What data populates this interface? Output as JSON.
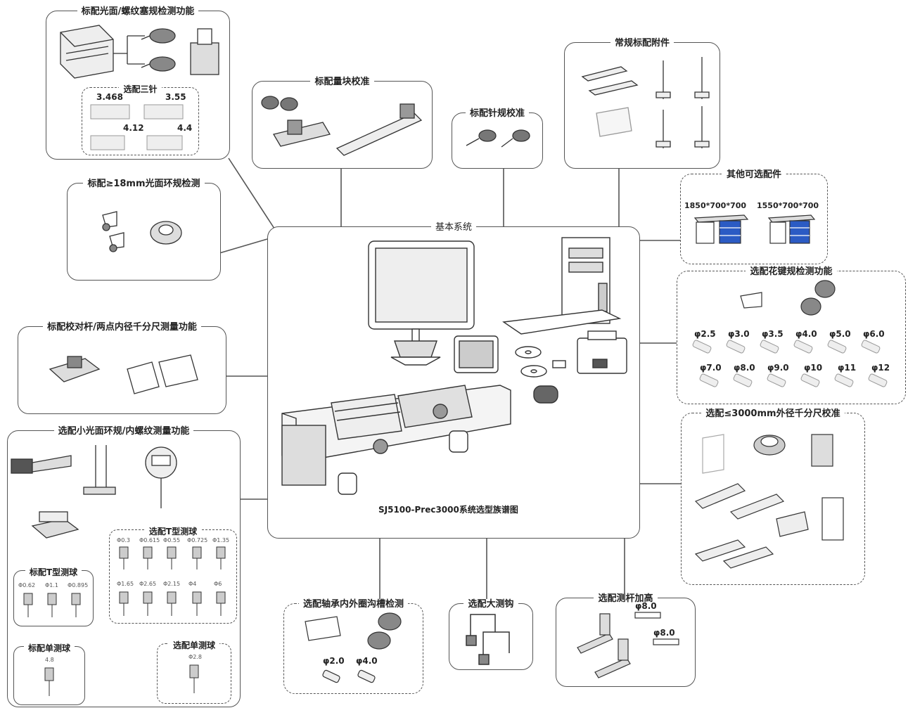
{
  "diagram_title": "SJ5100-Prec3000系统选型族谱图",
  "center": {
    "title": "基本系统"
  },
  "panels": {
    "plug_gauge": {
      "title": "标配光面/螺纹塞规检测功能",
      "sub_title": "选配三针",
      "values": [
        "3.468",
        "3.55",
        "4.12",
        "4.4"
      ]
    },
    "gauge_block": {
      "title": "标配量块校准"
    },
    "pin_gauge": {
      "title": "标配针规校准"
    },
    "accessories": {
      "title": "常规标配附件"
    },
    "ring_gauge": {
      "title": "标配≥18mm光面环规检测"
    },
    "optional_parts": {
      "title": "其他可选配件",
      "sizes": [
        "1850*700*700",
        "1550*700*700"
      ]
    },
    "spline": {
      "title": "选配花键规检测功能",
      "row1": [
        "φ2.5",
        "φ3.0",
        "φ3.5",
        "φ4.0",
        "φ5.0",
        "φ6.0"
      ],
      "row2": [
        "φ7.0",
        "φ8.0",
        "φ9.0",
        "φ10",
        "φ11",
        "φ12"
      ]
    },
    "micrometer_in": {
      "title": "标配校对杆/两点内径千分尺测量功能"
    },
    "micrometer_out": {
      "title": "选配≤3000mm外径千分尺校准"
    },
    "small_ring": {
      "title": "选配小光面环规/内螺纹测量功能",
      "opt_t": {
        "title": "选配T型测球",
        "row1": [
          "Φ0.3",
          "Φ0.615",
          "Φ0.55",
          "Φ0.725",
          "Φ1.35"
        ],
        "row2": [
          "Φ1.65",
          "Φ2.65",
          "Φ2.15",
          "Φ4",
          "Φ6"
        ]
      },
      "std_t": {
        "title": "标配T型测球",
        "values": [
          "Φ0.62",
          "Φ1.1",
          "Φ0.895"
        ]
      },
      "std_single": {
        "title": "标配单测球",
        "value": "4.8"
      },
      "opt_single": {
        "title": "选配单测球",
        "value": "Φ2.8"
      }
    },
    "bearing": {
      "title": "选配轴承内外圈沟槽检测",
      "values": [
        "φ2.0",
        "φ4.0"
      ]
    },
    "big_hook": {
      "title": "选配大测钩"
    },
    "rod_extend": {
      "title": "选配测杆加高",
      "values": [
        "φ8.0",
        "φ8.0"
      ]
    }
  },
  "colors": {
    "line": "#555555",
    "drawer": "#2b5bc4"
  }
}
